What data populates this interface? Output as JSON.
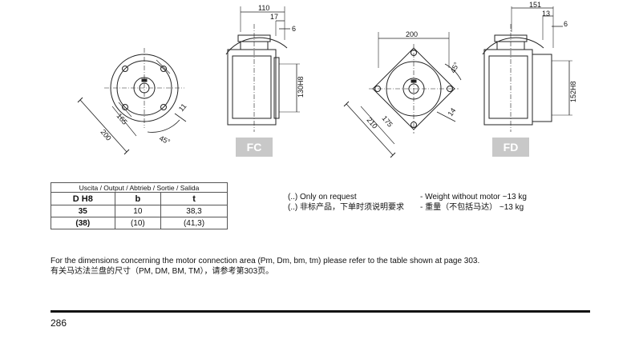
{
  "drawings": {
    "fc": {
      "label": "FC",
      "dims": {
        "d200": "200",
        "d165": "165",
        "d11": "11",
        "ang45": "45°",
        "d110": "110",
        "d17": "17",
        "d6": "6",
        "d130": "130H8"
      }
    },
    "fd": {
      "label": "FD",
      "dims": {
        "d200": "200",
        "d175": "175",
        "d210": "210",
        "d14": "14",
        "ang45": "45°",
        "d151": "151",
        "d13": "13",
        "d6": "6",
        "d152": "152H8"
      }
    }
  },
  "table": {
    "caption": "Uscita / Output / Abtrieb / Sortie / Salida",
    "headers": [
      "D H8",
      "b",
      "t"
    ],
    "rows": [
      [
        "35",
        "10",
        "38,3"
      ],
      [
        "(38)",
        "(10)",
        "(41,3)"
      ]
    ]
  },
  "notes": {
    "request_en": "(..) Only on request",
    "request_cn": "(..) 非标产品，下单时须说明要求",
    "weight_en": "- Weight without motor ~13 kg",
    "weight_cn": "- 重量（不包括马达） ~13 kg"
  },
  "footer": {
    "text_en": "For the dimensions concerning the motor connection area (Pm, Dm, bm, tm) please refer to the table shown at page 303.",
    "text_cn": "有关马达法兰盘的尺寸（PM, DM, BM, TM），请参考第303页。"
  },
  "page_number": "286"
}
